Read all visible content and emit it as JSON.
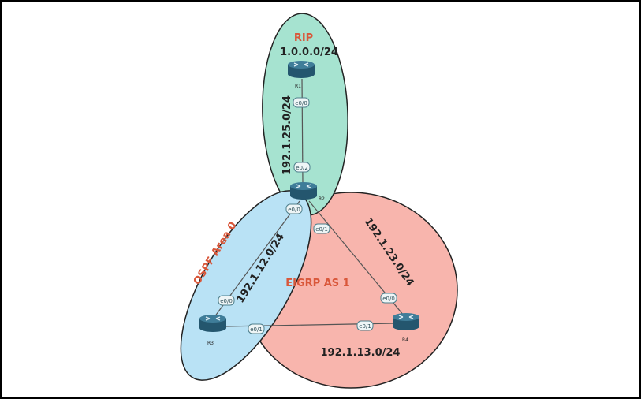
{
  "zones": {
    "rip": {
      "name": "RIP",
      "network": "1.0.0.0/24",
      "color": "#a6e3d0"
    },
    "ospf": {
      "name": "OSPF Area 0",
      "color": "#b9e2f5"
    },
    "eigrp": {
      "name": "EIGRP AS 1",
      "color": "#f8b5ad"
    }
  },
  "links": {
    "r1_r2": "192.1.25.0/24",
    "r2_r3": "192.1.12.0/24",
    "r2_r4": "192.1.23.0/24",
    "r3_r4": "192.1.13.0/24"
  },
  "routers": {
    "r1": {
      "name": "R1",
      "ports": [
        "e0/0"
      ]
    },
    "r2": {
      "name": "R2",
      "ports": [
        "e0/2",
        "e0/0",
        "e0/1"
      ]
    },
    "r3": {
      "name": "R3",
      "ports": [
        "e0/0",
        "e0/1"
      ]
    },
    "r4": {
      "name": "R4",
      "ports": [
        "e0/0",
        "e0/1"
      ]
    }
  }
}
